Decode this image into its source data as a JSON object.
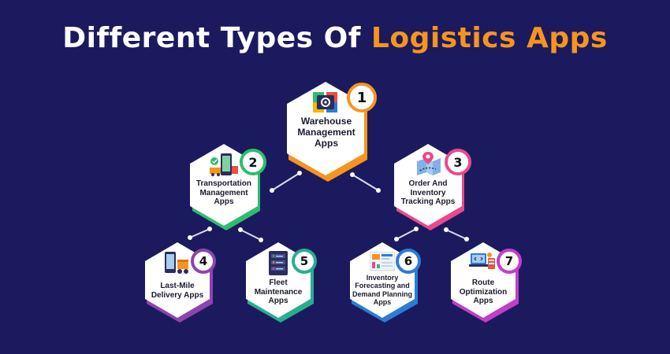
{
  "title": {
    "main": "Different Types Of ",
    "accent": "Logistics Apps"
  },
  "colors": {
    "background": "#1c1a5e",
    "title": "#ffffff",
    "title_accent": "#f7941d",
    "connector": "#dcdcf0"
  },
  "apps": [
    {
      "number": "1",
      "lines": [
        "Warehouse",
        "Management",
        "Apps"
      ],
      "color": "#f7941d",
      "icon": "warehouse-gear-icon"
    },
    {
      "number": "2",
      "lines": [
        "Transportation",
        "Management",
        "Apps"
      ],
      "color": "#2ebd6b",
      "icon": "phone-truck-icon"
    },
    {
      "number": "3",
      "lines": [
        "Order And",
        "Inventory",
        "Tracking Apps"
      ],
      "color": "#e94a8a",
      "icon": "map-pin-route-icon"
    },
    {
      "number": "4",
      "lines": [
        "Last-Mile",
        "Delivery Apps"
      ],
      "color": "#8e44ad",
      "icon": "phone-delivery-icon"
    },
    {
      "number": "5",
      "lines": [
        "Fleet",
        "Maintenance",
        "Apps"
      ],
      "color": "#27ae8f",
      "icon": "server-rack-icon"
    },
    {
      "number": "6",
      "lines": [
        "Inventory",
        "Forecasting and",
        "Demand Planning",
        "Apps"
      ],
      "color": "#2b7cd3",
      "icon": "dashboard-chart-icon"
    },
    {
      "number": "7",
      "lines": [
        "Route",
        "Optimization",
        "Apps"
      ],
      "color": "#c03fc8",
      "icon": "laptop-route-icon"
    }
  ]
}
